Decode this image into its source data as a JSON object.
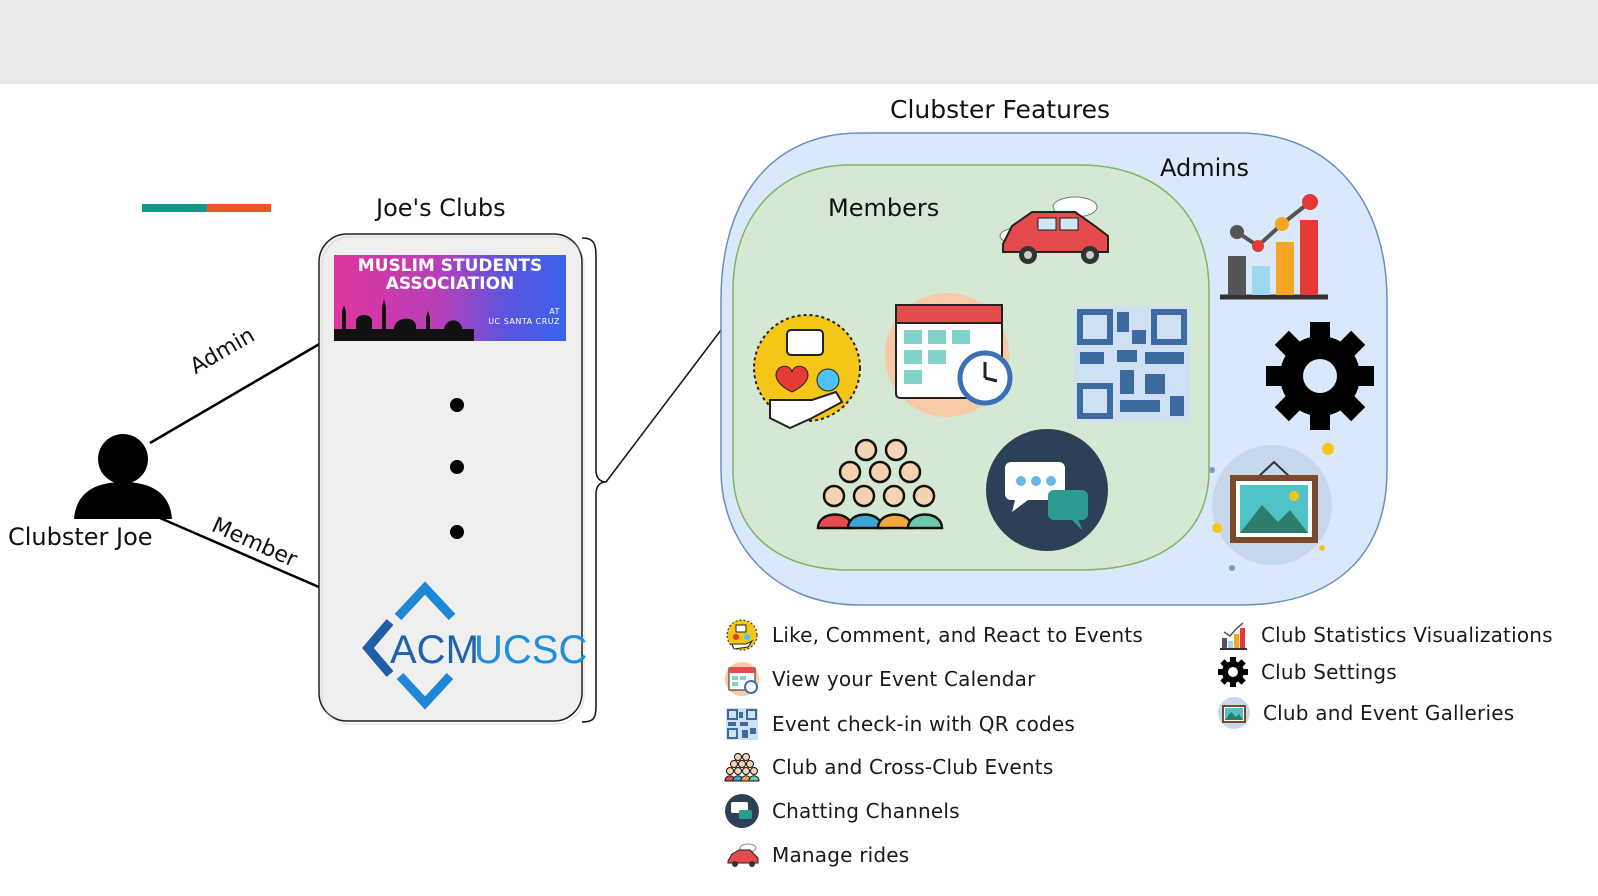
{
  "diagram": {
    "user_label": "Clubster Joe",
    "admin_edge": "Admin",
    "member_edge": "Member",
    "clubs_title": "Joe's Clubs",
    "msa": {
      "title_line1": "MUSLIM STUDENTS",
      "title_line2": "ASSOCIATION",
      "sub_line1": "AT",
      "sub_line2": "UC SANTA CRUZ"
    },
    "acm": {
      "left": "ACM",
      "right": "UCSC"
    },
    "features_title": "Clubster Features",
    "members_label": "Members",
    "admins_label": "Admins"
  },
  "legend": {
    "left": [
      {
        "icon": "reactions-icon",
        "label": "Like, Comment, and React to Events"
      },
      {
        "icon": "calendar-icon",
        "label": "View your Event Calendar"
      },
      {
        "icon": "qr-code-icon",
        "label": "Event check-in with QR codes"
      },
      {
        "icon": "crowd-icon",
        "label": "Club and Cross-Club Events"
      },
      {
        "icon": "chat-icon",
        "label": "Chatting Channels"
      },
      {
        "icon": "car-icon",
        "label": "Manage rides"
      }
    ],
    "right": [
      {
        "icon": "statistics-chart-icon",
        "label": "Club Statistics Visualizations"
      },
      {
        "icon": "gear-icon",
        "label": "Club Settings"
      },
      {
        "icon": "gallery-icon",
        "label": "Club and Event Galleries"
      }
    ]
  },
  "colors": {
    "accent_teal": "#16948a",
    "accent_orange": "#e8592a",
    "admins_fill": "#dae8fc",
    "members_fill": "#d5e8d4"
  }
}
